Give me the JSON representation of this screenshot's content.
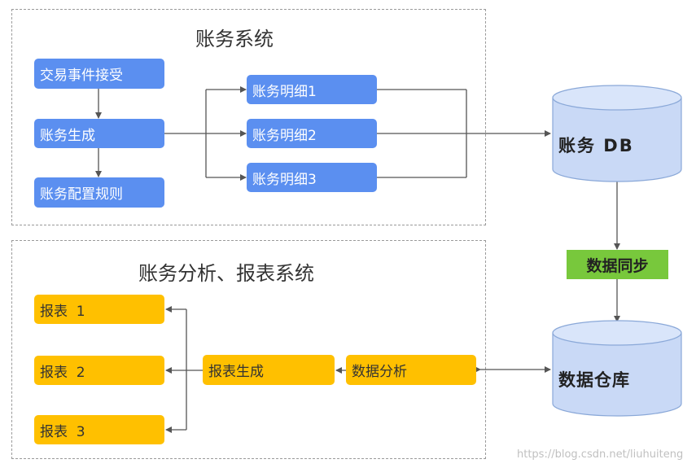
{
  "accounting": {
    "title": "账务系统",
    "source_boxes": [
      "交易事件接受",
      "账务生成",
      "账务配置规则"
    ],
    "detail_boxes": [
      "账务明细1",
      "账务明细2",
      "账务明细3"
    ]
  },
  "db": {
    "label": "账务 DB"
  },
  "sync": {
    "label": "数据同步"
  },
  "warehouse": {
    "label": "数据仓库"
  },
  "analysis": {
    "title": "账务分析、报表系统",
    "analysis_box": "数据分析",
    "report_gen_box": "报表生成",
    "reports": [
      "报表  1",
      "报表  2",
      "报表  3"
    ]
  },
  "colors": {
    "blue": "#5b8ff0",
    "yellow": "#ffc000",
    "green": "#78c83c",
    "cylinder": "#c9d9f6",
    "line": "#555555"
  },
  "watermark": "https://blog.csdn.net/liuhuiteng"
}
